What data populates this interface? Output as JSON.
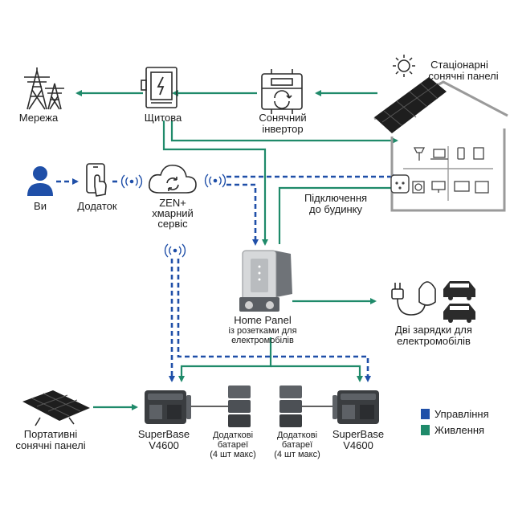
{
  "colors": {
    "control": "#1f4fa8",
    "power": "#1f8a6a",
    "dark": "#2b2b2b",
    "grey": "#7a7a7a"
  },
  "labels": {
    "grid": "Мережа",
    "panel_board": "Щитова",
    "inverter_line1": "Сонячний",
    "inverter_line2": "інвертор",
    "stationary_line1": "Стаціонарні",
    "stationary_line2": "сонячні панелі",
    "user": "Ви",
    "app": "Додаток",
    "cloud_line1": "ZEN+",
    "cloud_line2": "хмарний",
    "cloud_line3": "сервіс",
    "house_connect_line1": "Підключення",
    "house_connect_line2": "до будинку",
    "home_panel": "Home Panel",
    "home_panel_sub1": "із розетками для",
    "home_panel_sub2": "електромобілів",
    "ev_line1": "Дві зарядки для",
    "ev_line2": "електромобілів",
    "portable_line1": "Портативні",
    "portable_line2": "сонячні панелі",
    "superbase_left_line1": "SuperBase",
    "superbase_left_line2": "V4600",
    "battery_left_line1": "Додаткові",
    "battery_left_line2": "батареї",
    "battery_left_line3": "(4 шт макс)",
    "battery_right_line1": "Додаткові",
    "battery_right_line2": "батареї",
    "battery_right_line3": "(4 шт макс)",
    "superbase_right_line1": "SuperBase",
    "superbase_right_line2": "V4600"
  },
  "icons": {
    "grid": "power-tower-icon",
    "panel_board": "electrical-panel-icon",
    "inverter": "solar-inverter-icon",
    "sun": "sun-icon",
    "solar_roof": "solar-panel-icon",
    "house": "house-icon",
    "user": "person-icon",
    "app": "smartphone-tap-icon",
    "cloud": "cloud-sync-icon",
    "wifi": "wireless-signal-icon",
    "home_panel": "home-panel-device-icon",
    "ev": "ev-charger-icon",
    "car": "car-icon",
    "battery": "battery-pack-icon",
    "power_station": "power-station-icon",
    "portable_panel": "portable-solar-panel-icon"
  },
  "legend": [
    {
      "label": "Управління",
      "color": "#1f4fa8"
    },
    {
      "label": "Живлення",
      "color": "#1f8a6a"
    }
  ]
}
